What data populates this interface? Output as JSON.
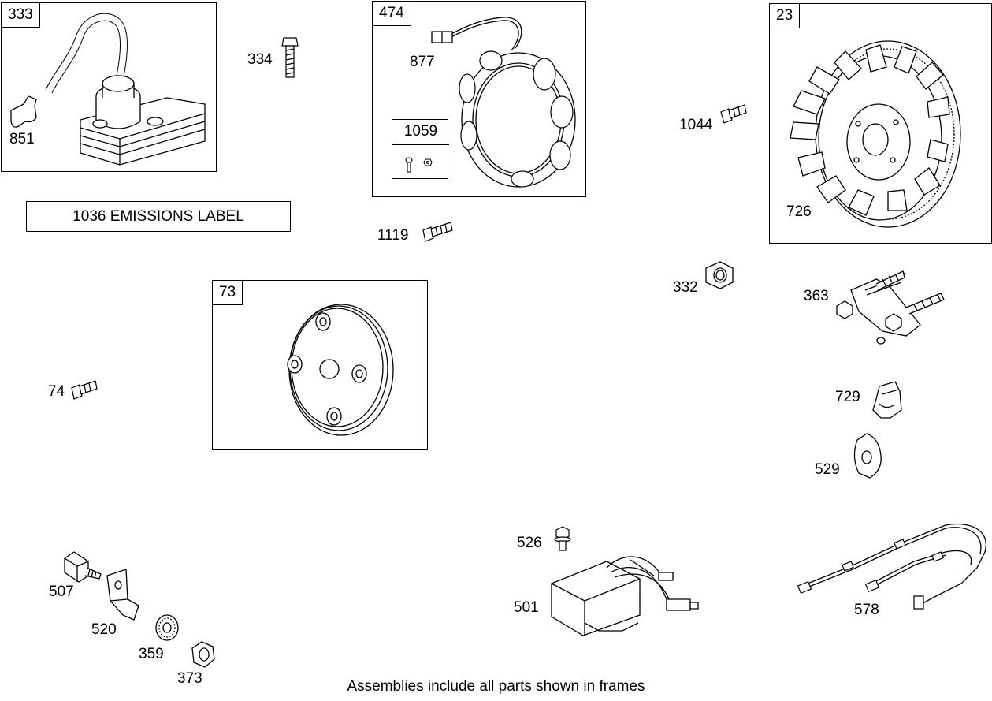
{
  "frames": {
    "f333": "333",
    "f474": "474",
    "f1059": "1059",
    "f23": "23",
    "f73": "73"
  },
  "labels": {
    "p334": "334",
    "p851": "851",
    "p877": "877",
    "p1044": "1044",
    "p726": "726",
    "p1119": "1119",
    "p332": "332",
    "p363": "363",
    "p74": "74",
    "p729": "729",
    "p529": "529",
    "p526": "526",
    "p501": "501",
    "p578": "578",
    "p507": "507",
    "p520": "520",
    "p359": "359",
    "p373": "373"
  },
  "emissions_label": "1036 EMISSIONS LABEL",
  "footer": "Assemblies include all parts shown in frames"
}
